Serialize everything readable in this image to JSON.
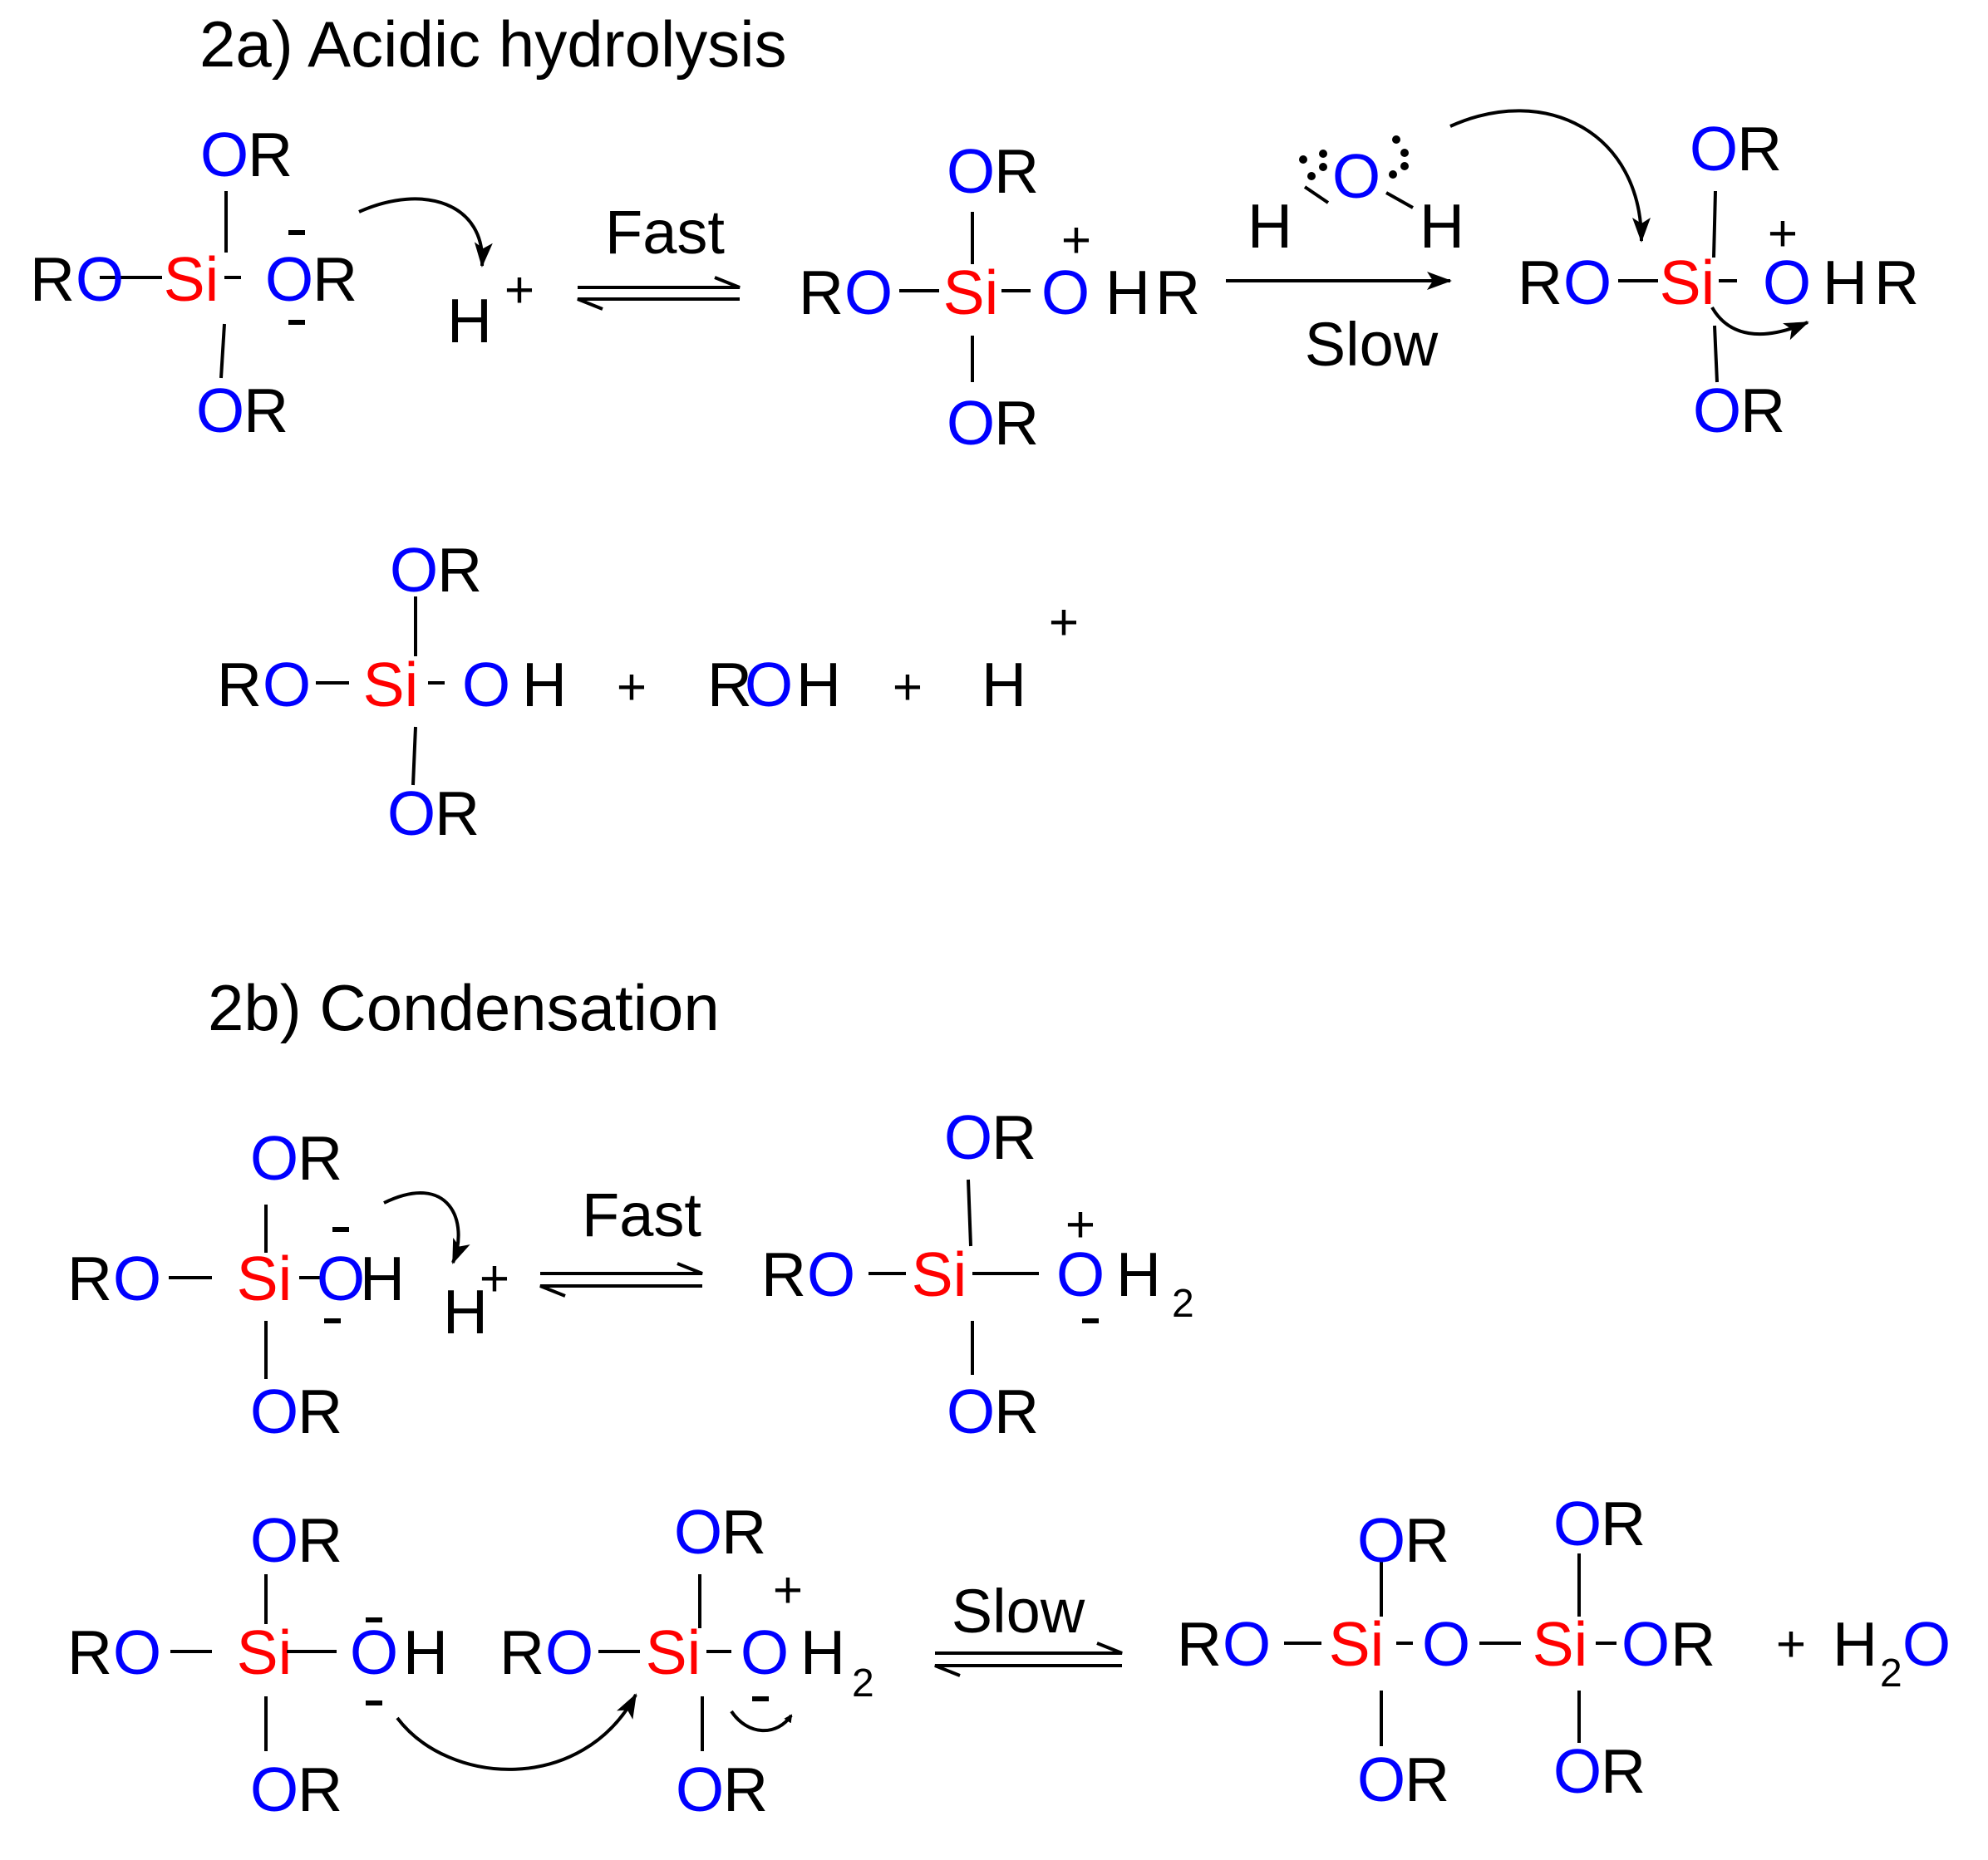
{
  "sections": {
    "hydrolysis_title": "2a) Acidic hydrolysis",
    "condensation_title": "2b) Condensation"
  },
  "labels": {
    "fast": "Fast",
    "slow": "Slow"
  },
  "atoms": {
    "O": "O",
    "R": "R",
    "Si": "Si",
    "H": "H",
    "plus": "+",
    "two": "2"
  },
  "colors": {
    "silicon": "#ff0000",
    "oxygen": "#0000ff",
    "text": "#000000"
  }
}
